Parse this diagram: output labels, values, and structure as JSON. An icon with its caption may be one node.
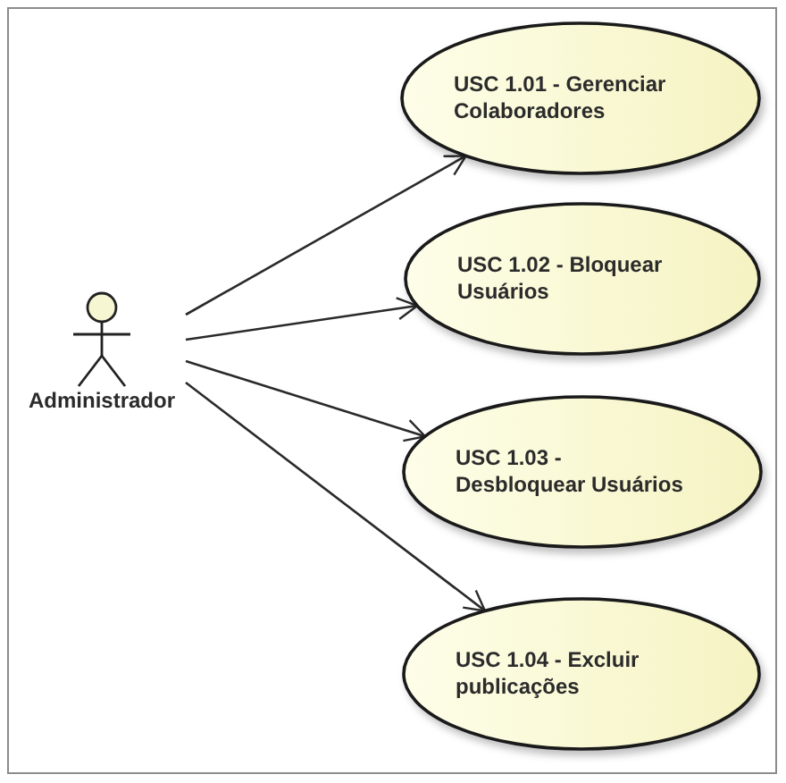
{
  "diagram": {
    "nodes": [
      {
        "text": [
          "Administrador"
        ]
      },
      {
        "text": [
          "USC 1.01 - Gerenciar Colaboradores"
        ]
      },
      {
        "text": [
          "USC 1.02 - Bloquear Usuários"
        ]
      },
      {
        "text": [
          "USC 1.03 - Desbloquear Usuários"
        ]
      },
      {
        "text": [
          "USC 1.04 - Excluir publicações"
        ]
      }
    ],
    "edges": [
      {
        "from": 0,
        "to": 1,
        "arrow": "to"
      },
      {
        "from": 0,
        "to": 2,
        "arrow": "to"
      },
      {
        "from": 0,
        "to": 3,
        "arrow": "to"
      },
      {
        "from": 0,
        "to": 4,
        "arrow": "to"
      }
    ]
  }
}
